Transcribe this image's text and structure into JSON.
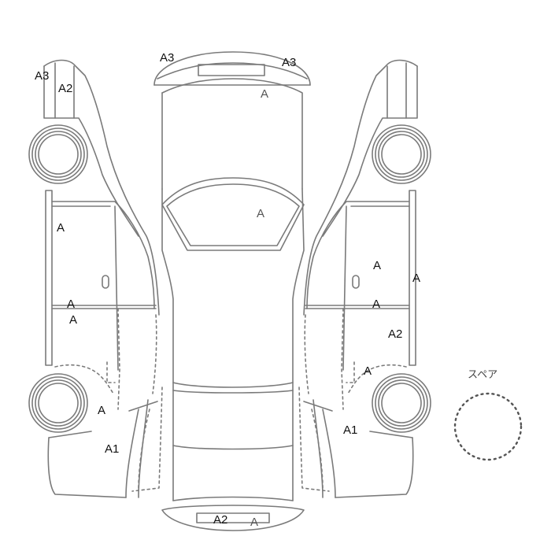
{
  "colors": {
    "line": "#7a7a7a",
    "text": "#111111",
    "text_muted": "#555555",
    "background": "#ffffff"
  },
  "labels": {
    "left_a3": "A3",
    "left_a2": "A2",
    "left_a_upper": "A",
    "left_a_mid1": "A",
    "left_a_mid2": "A",
    "left_a_lower": "A",
    "left_a1": "A1",
    "top_a3_left": "A3",
    "top_a3_right": "A3",
    "top_a_front": "A",
    "top_a_windshield": "A",
    "top_a2_rear": "A2",
    "top_a_rear": "A",
    "right_a_upper": "A",
    "right_a_edge": "A",
    "right_a_mid": "A",
    "right_a2": "A2",
    "right_a_lower": "A",
    "right_a1": "A1"
  },
  "spare": {
    "label": "スペア"
  }
}
